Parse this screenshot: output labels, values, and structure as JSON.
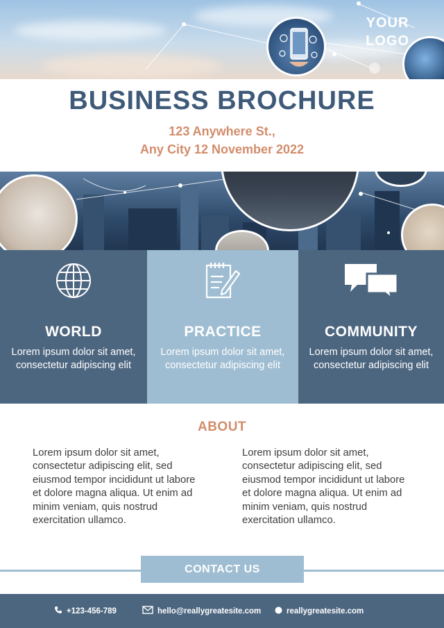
{
  "brand": {
    "logo": "YOUR LOGO",
    "logo_line1": "YOUR",
    "logo_line2": "LOGO"
  },
  "header": {
    "title": "BUSINESS BROCHURE",
    "address_line1": "123 Anywhere St.,",
    "address_line2": "Any City 12 November 2022"
  },
  "features": [
    {
      "title": "WORLD",
      "icon": "globe-icon",
      "text": "Lorem ipsum dolor sit amet, consectetur adipiscing elit"
    },
    {
      "title": "PRACTICE",
      "icon": "clipboard-pencil-icon",
      "text": "Lorem ipsum dolor sit amet, consectetur adipiscing elit"
    },
    {
      "title": "COMMUNITY",
      "icon": "chat-bubbles-icon",
      "text": "Lorem ipsum dolor sit amet, consectetur adipiscing elit"
    }
  ],
  "about": {
    "heading": "ABOUT",
    "col1": "Lorem ipsum dolor sit amet, consectetur adipiscing elit, sed eiusmod tempor incididunt ut labore et dolore magna aliqua. Ut enim ad minim veniam, quis nostrud exercitation ullamco.",
    "col2": "Lorem ipsum dolor sit amet, consectetur adipiscing elit, sed eiusmod tempor incididunt ut labore et dolore magna aliqua. Ut enim ad minim veniam, quis nostrud exercitation ullamco."
  },
  "contact": {
    "button_label": "CONTACT US",
    "phone": "+123-456-789",
    "email": "hello@reallygreatesite.com",
    "website": "reallygreatesite.com"
  },
  "colors": {
    "primary_dark": "#4d6680",
    "primary_light": "#9fbdd2",
    "title": "#3e5a78",
    "accent": "#d28c6b"
  }
}
